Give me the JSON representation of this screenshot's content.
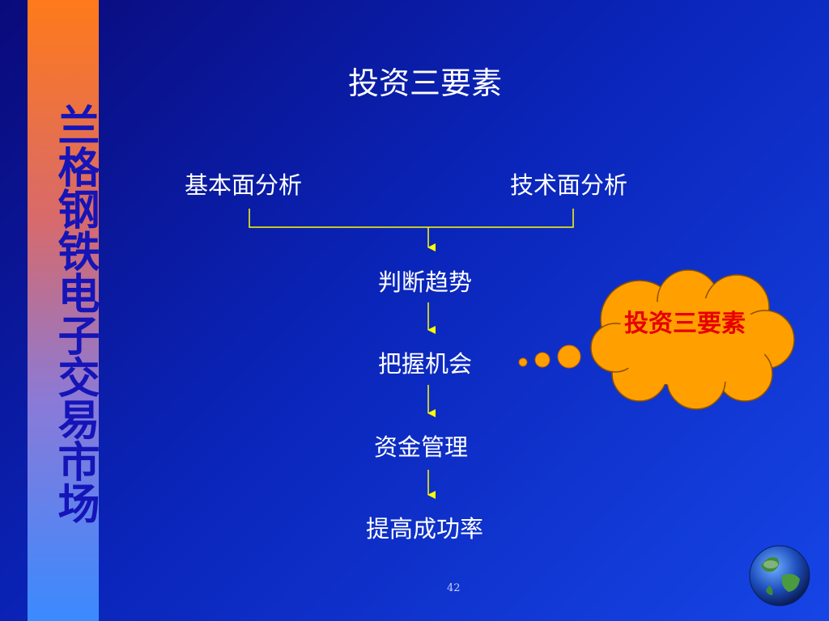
{
  "sidebar": {
    "title": "兰格钢铁电子交易市场"
  },
  "slide": {
    "title": "投资三要素",
    "page_number": "42"
  },
  "diagram": {
    "inputs": [
      "基本面分析",
      "技术面分析"
    ],
    "steps": [
      "判断趋势",
      "把握机会",
      "资金管理",
      "提高成功率"
    ]
  },
  "callout": {
    "text": "投资三要素"
  },
  "colors": {
    "connector": "#ffff00",
    "cloud_fill": "#ff9f00",
    "callout_text": "#e60000",
    "sidebar_text": "#1414b8"
  },
  "icons": {
    "globe": "globe-icon"
  }
}
